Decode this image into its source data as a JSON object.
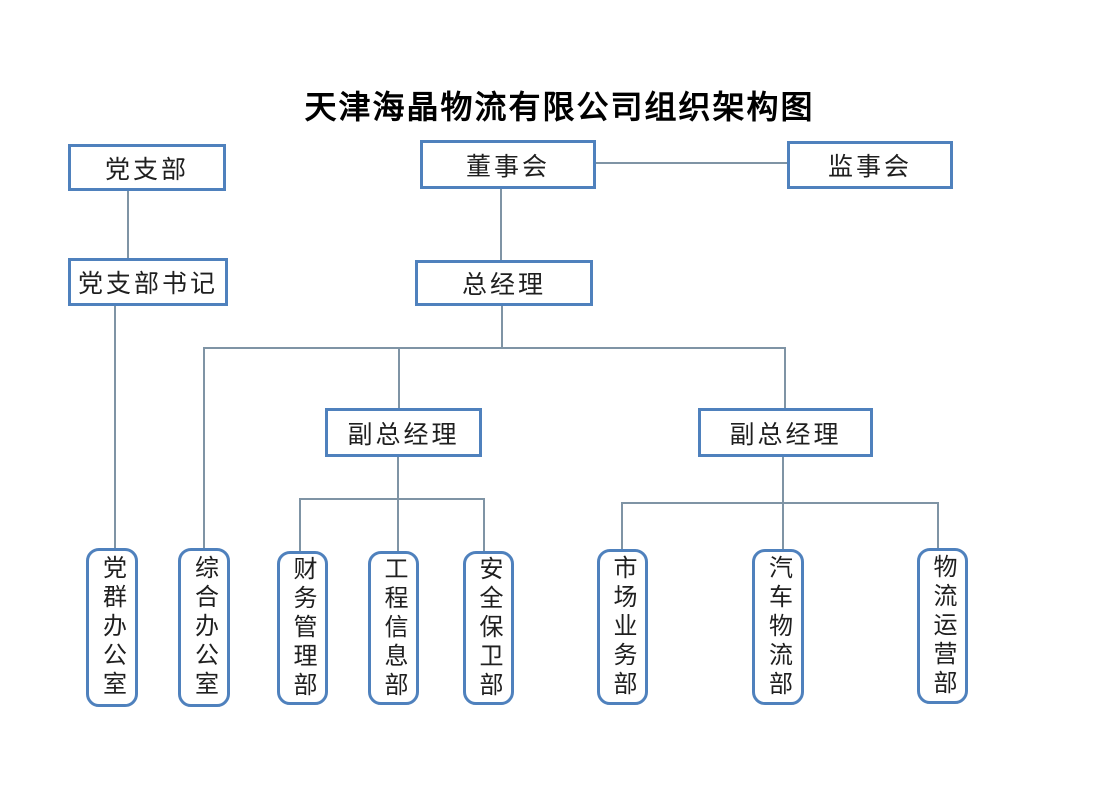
{
  "title": "天津海晶物流有限公司组织架构图",
  "colors": {
    "box_border": "#4f81bd",
    "connector_line": "#7f94a5",
    "text": "#1f1f1f",
    "title_text": "#000000",
    "background": "#ffffff"
  },
  "nodes": {
    "dang_zhibu": {
      "label": "党支部"
    },
    "dongshihui": {
      "label": "董事会"
    },
    "jianshihui": {
      "label": "监事会"
    },
    "dang_zhibu_shuji": {
      "label": "党支部书记"
    },
    "zongjingli": {
      "label": "总经理"
    },
    "fuzongjingli_left": {
      "label": "副总经理"
    },
    "fuzongjingli_right": {
      "label": "副总经理"
    },
    "dangqun_bangongshi": {
      "label": "党群办公室"
    },
    "zonghe_bangongshi": {
      "label": "综合办公室"
    },
    "caiwu_guanlibu": {
      "label": "财务管理部"
    },
    "gongcheng_xinxibu": {
      "label": "工程信息部"
    },
    "anquan_baoweibu": {
      "label": "安全保卫部"
    },
    "shichang_yewubu": {
      "label": "市场业务部"
    },
    "qiche_wuliubu": {
      "label": "汽车物流部"
    },
    "wuliu_yunyingbu": {
      "label": "物流运营部"
    }
  },
  "edges": [
    {
      "from": "dang_zhibu",
      "to": "dang_zhibu_shuji",
      "type": "vertical"
    },
    {
      "from": "dang_zhibu_shuji",
      "to": "dangqun_bangongshi",
      "type": "vertical"
    },
    {
      "from": "dongshihui",
      "to": "jianshihui",
      "type": "lateral"
    },
    {
      "from": "dongshihui",
      "to": "zongjingli",
      "type": "vertical"
    },
    {
      "from": "zongjingli",
      "to": "zonghe_bangongshi",
      "type": "vertical"
    },
    {
      "from": "zongjingli",
      "to": "fuzongjingli_left",
      "type": "vertical"
    },
    {
      "from": "zongjingli",
      "to": "fuzongjingli_right",
      "type": "vertical"
    },
    {
      "from": "fuzongjingli_left",
      "to": "caiwu_guanlibu",
      "type": "vertical"
    },
    {
      "from": "fuzongjingli_left",
      "to": "gongcheng_xinxibu",
      "type": "vertical"
    },
    {
      "from": "fuzongjingli_left",
      "to": "anquan_baoweibu",
      "type": "vertical"
    },
    {
      "from": "fuzongjingli_right",
      "to": "shichang_yewubu",
      "type": "vertical"
    },
    {
      "from": "fuzongjingli_right",
      "to": "qiche_wuliubu",
      "type": "vertical"
    },
    {
      "from": "fuzongjingli_right",
      "to": "wuliu_yunyingbu",
      "type": "vertical"
    }
  ]
}
